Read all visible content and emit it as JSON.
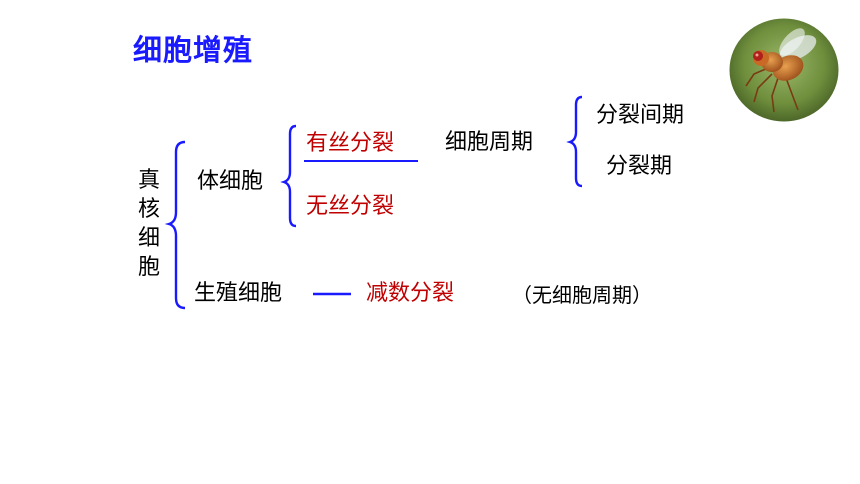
{
  "title": "细胞增殖",
  "diagram": {
    "root": "真核细胞",
    "somatic_cell": "体细胞",
    "germ_cell": "生殖细胞",
    "mitosis": "有丝分裂",
    "amitosis": "无丝分裂",
    "meiosis": "减数分裂",
    "cell_cycle": "细胞周期",
    "interphase": "分裂间期",
    "mitotic_phase": "分裂期",
    "no_cycle_note": "（无细胞周期）"
  },
  "colors": {
    "title": "#1a1aff",
    "division_text": "#c00000",
    "bracket": "#1a1aff",
    "body_text": "#000000"
  },
  "image": {
    "icon": "fruit-fly-photo"
  }
}
